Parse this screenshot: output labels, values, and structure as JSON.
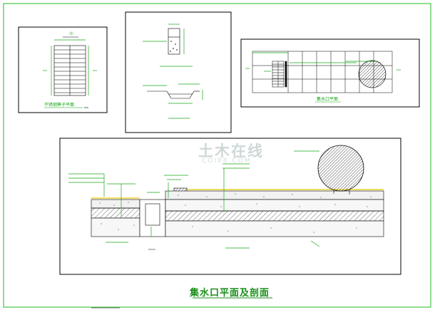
{
  "drawing": {
    "title": "集水口平面及剖面",
    "views": {
      "plan_cover": {
        "caption": "不锈钢箅子平面"
      },
      "detail": {
        "caption": ""
      },
      "plan_outlet": {
        "caption": "集水口平面"
      },
      "section": {
        "caption": ""
      }
    }
  },
  "watermark": {
    "text": "土木在线",
    "sub": "COI88.COM"
  },
  "colors": {
    "frame": "#22b822",
    "linework": "#000000",
    "annotation": "#17a817",
    "accent": "#e6c700",
    "background": "#ffffff"
  }
}
